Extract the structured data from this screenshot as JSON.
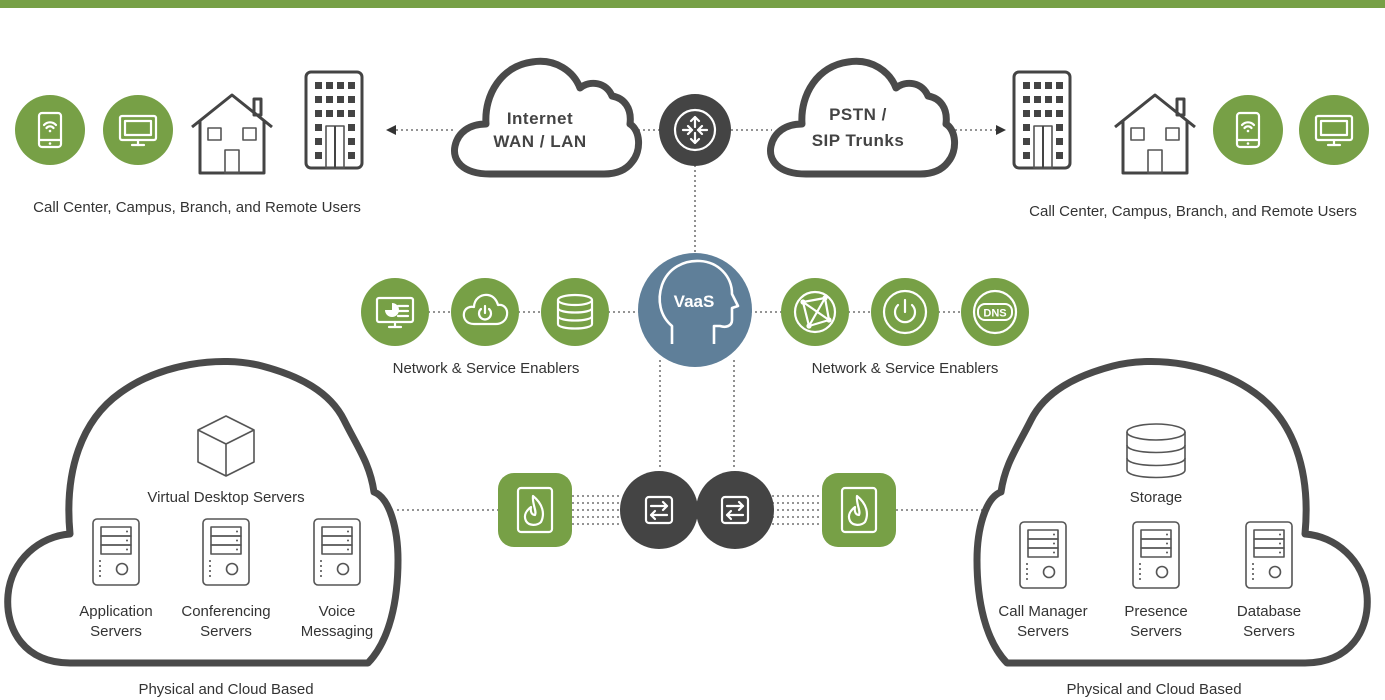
{
  "colors": {
    "accent_green": "#77a046",
    "dark_node": "#444444",
    "vaas_blue": "#5f7f99",
    "line_gray": "#555555"
  },
  "clouds": {
    "internet": {
      "line1": "Internet",
      "line2": "WAN / LAN"
    },
    "pstn": {
      "line1": "PSTN /",
      "line2": "SIP Trunks"
    }
  },
  "core": {
    "label": "VaaS"
  },
  "users": {
    "left_caption": "Call Center, Campus, Branch, and Remote Users",
    "right_caption": "Call Center, Campus, Branch, and Remote Users"
  },
  "enablers": {
    "left_caption": "Network & Service Enablers",
    "right_caption": "Network & Service Enablers",
    "dns_text": "DNS"
  },
  "left_datacenter": {
    "top_label": "Virtual Desktop Servers",
    "servers": [
      {
        "line1": "Application",
        "line2": "Servers"
      },
      {
        "line1": "Conferencing",
        "line2": "Servers"
      },
      {
        "line1": "Voice",
        "line2": "Messaging"
      }
    ],
    "caption": "Physical and Cloud Based"
  },
  "right_datacenter": {
    "top_label": "Storage",
    "servers": [
      {
        "line1": "Call Manager",
        "line2": "Servers"
      },
      {
        "line1": "Presence",
        "line2": "Servers"
      },
      {
        "line1": "Database",
        "line2": "Servers"
      }
    ],
    "caption": "Physical and Cloud Based"
  }
}
